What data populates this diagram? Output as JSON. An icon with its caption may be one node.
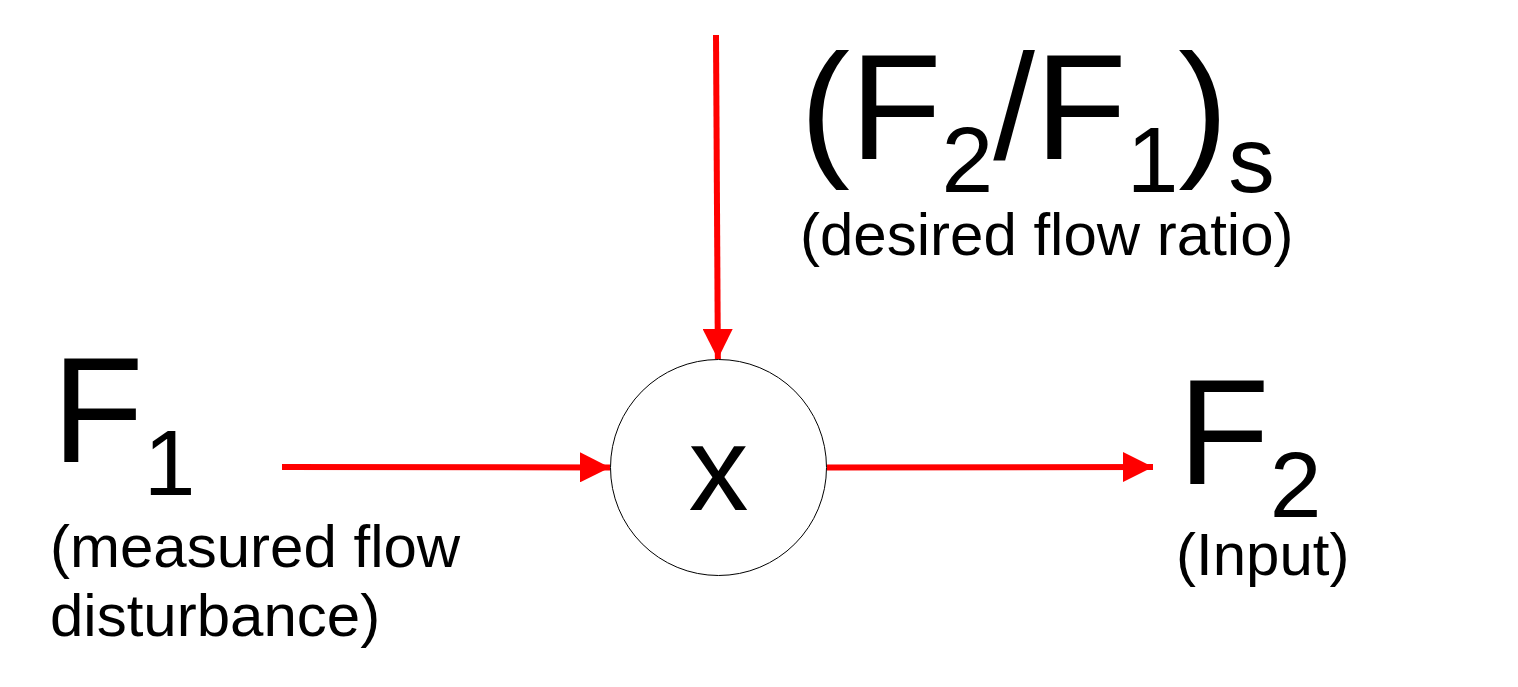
{
  "diagram": {
    "nodes": [
      {
        "text": [
          "F$_{1}$"
        ],
        "beside": [
          "(measured flow disturbance)"
        ]
      },
      {
        "text": [
          "x"
        ]
      },
      {
        "text": [
          "F$_{2}$"
        ],
        "beside": [
          "(Input)"
        ]
      }
    ],
    "edges": [
      {
        "from": 0,
        "to": 1,
        "arrow": "to"
      },
      {
        "from": null,
        "to": 1,
        "arrow": "to"
      },
      {
        "from": 1,
        "to": 2,
        "arrow": "to"
      }
    ],
    "labels": [
      "(F$_{2}$/F$_{1}$)$_{s}$",
      "(desired flow ratio)"
    ]
  }
}
